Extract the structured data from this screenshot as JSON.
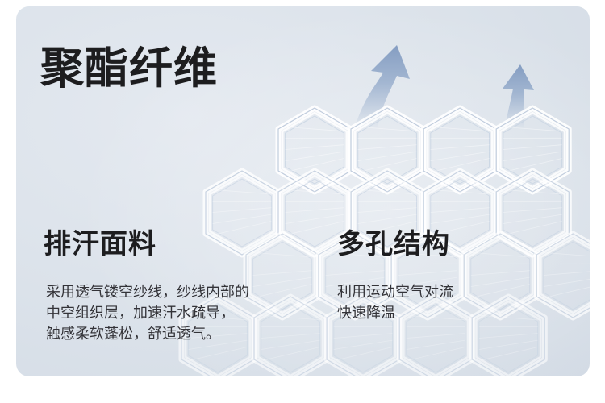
{
  "title": "聚酯纤维",
  "features": [
    {
      "title": "排汗面料",
      "lines": [
        "采用透气镂空纱线，纱线内部的",
        "中空组织层，加速汗水疏导，",
        "触感柔软蓬松，舒适透气。"
      ]
    },
    {
      "title": "多孔结构",
      "lines": [
        "利用运动空气对流",
        "快速降温"
      ]
    }
  ],
  "icons": [
    "airflow-arrow-icon",
    "airflow-arrow-icon"
  ],
  "colors": {
    "background": "#dbe2ea",
    "text": "#1d1d1f",
    "arrow": "#8ea6c8",
    "mesh": "#ffffff"
  }
}
